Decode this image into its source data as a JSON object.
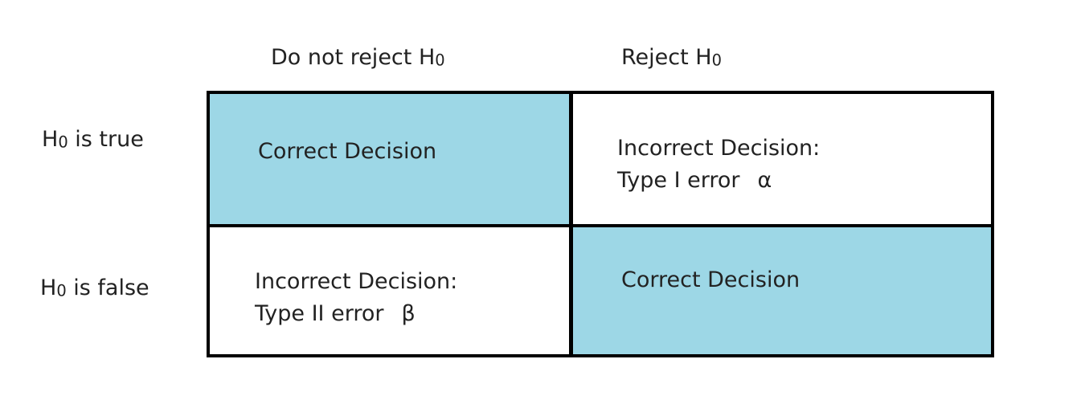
{
  "colors": {
    "correct_fill": "#9dd7e6",
    "incorrect_fill": "#ffffff",
    "border": "#000000",
    "text": "#222222"
  },
  "columns": [
    {
      "label": "Do not reject H",
      "subscript": "0"
    },
    {
      "label": "Reject H",
      "subscript": "0"
    }
  ],
  "rows": [
    {
      "label_main": "H",
      "subscript": "0",
      "label_rest": " is true"
    },
    {
      "label_main": "H",
      "subscript": "0",
      "label_rest": " is false"
    }
  ],
  "cells": {
    "true_do_not_reject": {
      "line1": "Correct Decision"
    },
    "true_reject": {
      "line1": "Incorrect Decision:",
      "line2": "Type I error",
      "symbol": "α"
    },
    "false_do_not_reject": {
      "line1": "Incorrect Decision:",
      "line2": "Type II error",
      "symbol": "β"
    },
    "false_reject": {
      "line1": "Correct Decision"
    }
  }
}
